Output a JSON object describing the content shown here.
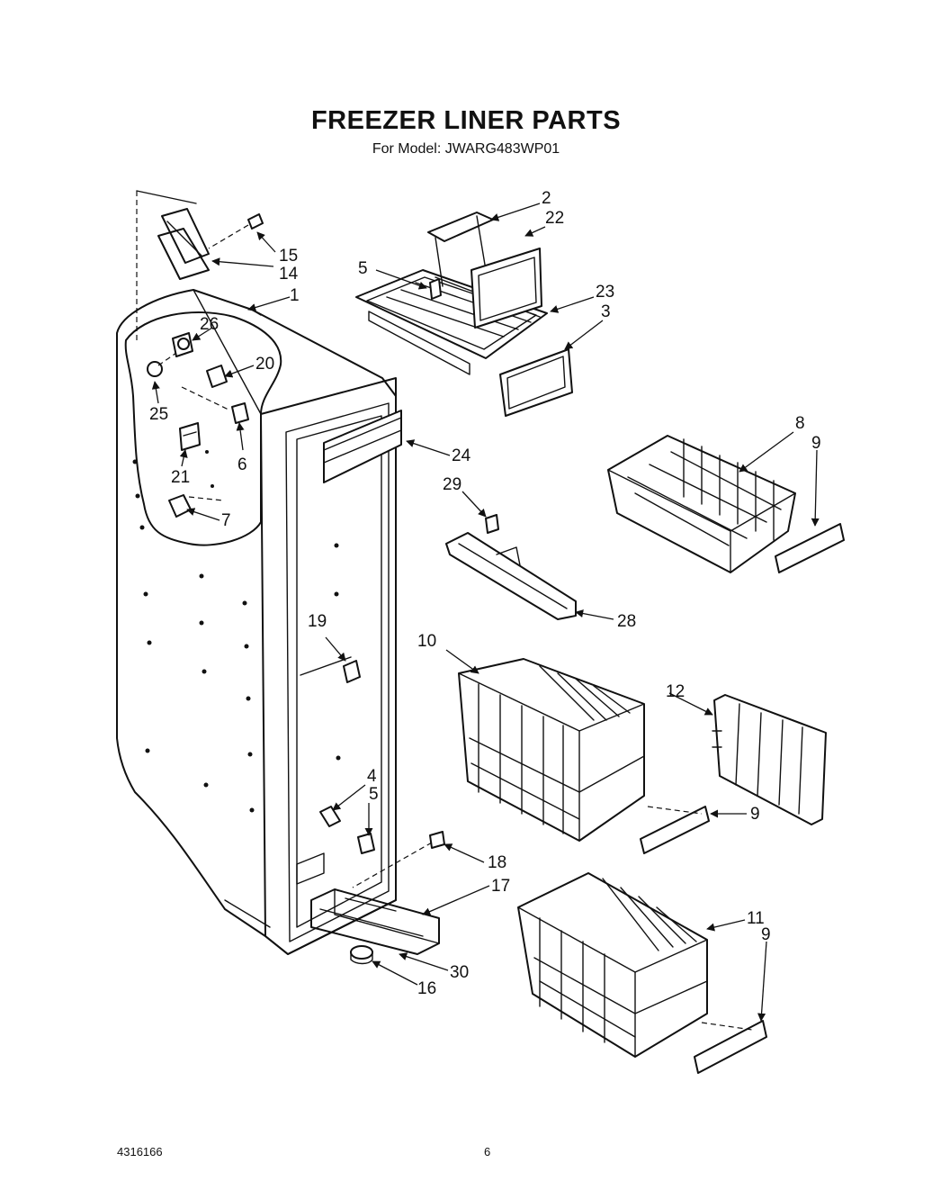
{
  "header": {
    "title": "FREEZER LINER PARTS",
    "subtitle": "For Model: JWARG483WP01"
  },
  "footer": {
    "doc_code": "4316166",
    "page_number": "6"
  },
  "callouts": [
    {
      "id": "c1",
      "label": "1"
    },
    {
      "id": "c2",
      "label": "2"
    },
    {
      "id": "c3",
      "label": "3"
    },
    {
      "id": "c4",
      "label": "4"
    },
    {
      "id": "c5a",
      "label": "5"
    },
    {
      "id": "c5b",
      "label": "5"
    },
    {
      "id": "c6",
      "label": "6"
    },
    {
      "id": "c7",
      "label": "7"
    },
    {
      "id": "c8",
      "label": "8"
    },
    {
      "id": "c9a",
      "label": "9"
    },
    {
      "id": "c9b",
      "label": "9"
    },
    {
      "id": "c9c",
      "label": "9"
    },
    {
      "id": "c10",
      "label": "10"
    },
    {
      "id": "c11",
      "label": "11"
    },
    {
      "id": "c12",
      "label": "12"
    },
    {
      "id": "c14",
      "label": "14"
    },
    {
      "id": "c15",
      "label": "15"
    },
    {
      "id": "c16",
      "label": "16"
    },
    {
      "id": "c17",
      "label": "17"
    },
    {
      "id": "c18",
      "label": "18"
    },
    {
      "id": "c19",
      "label": "19"
    },
    {
      "id": "c20",
      "label": "20"
    },
    {
      "id": "c21",
      "label": "21"
    },
    {
      "id": "c22",
      "label": "22"
    },
    {
      "id": "c23",
      "label": "23"
    },
    {
      "id": "c24",
      "label": "24"
    },
    {
      "id": "c25",
      "label": "25"
    },
    {
      "id": "c26",
      "label": "26"
    },
    {
      "id": "c28",
      "label": "28"
    },
    {
      "id": "c29",
      "label": "29"
    },
    {
      "id": "c30",
      "label": "30"
    }
  ]
}
